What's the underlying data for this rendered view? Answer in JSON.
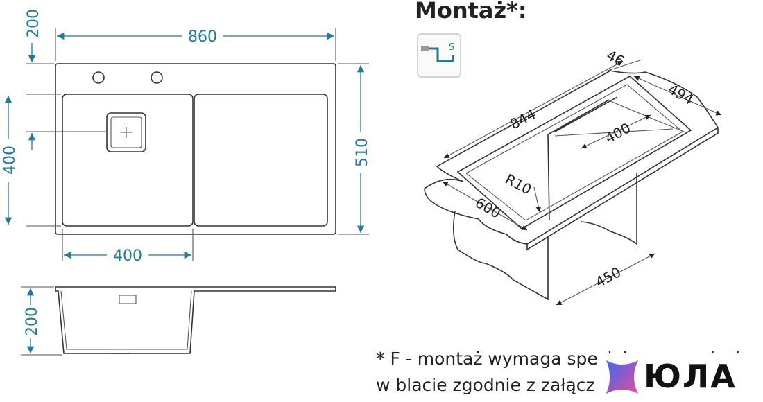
{
  "heading": "Montaż*:",
  "mount_icon": {
    "label": "S"
  },
  "top_view": {
    "dims": {
      "width": "860",
      "top_margin": "200",
      "bowl_depth": "400",
      "depth": "510",
      "bowl_width": "400"
    }
  },
  "side_view": {
    "dims": {
      "height": "200"
    }
  },
  "iso_view": {
    "dims": {
      "length": "844",
      "rim": "46",
      "depth": "494",
      "bowl": "400",
      "radius": "R10",
      "front": "600",
      "cabinet": "450"
    }
  },
  "note": {
    "line1": "* F - montaż wymaga specjalnego wycięcia",
    "line2": "w blacie zgodnie z załącz"
  },
  "logo": {
    "text": "ЮЛА"
  },
  "colors": {
    "dimension": "#1f7a9c",
    "outline": "#333333",
    "logo_blue": "#3b6cf0",
    "logo_pink": "#e64a9a"
  }
}
